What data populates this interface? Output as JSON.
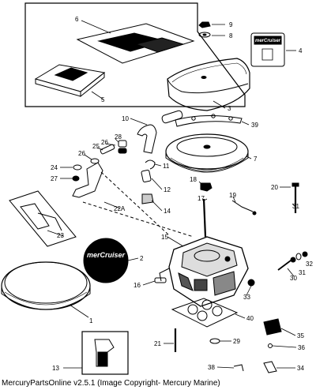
{
  "parts": {
    "p1": "1",
    "p2": "2",
    "p3": "3",
    "p4": "4",
    "p5": "5",
    "p6": "6",
    "p7": "7",
    "p8": "8",
    "p9": "9",
    "p10": "10",
    "p11": "11",
    "p12": "12",
    "p13": "13",
    "p14": "14",
    "p15": "15",
    "p16": "16",
    "p17": "17",
    "p18": "18",
    "p19": "19",
    "p20": "20",
    "p21": "21",
    "p22a": "22A",
    "p23": "23",
    "p24": "24",
    "p25": "25",
    "p26": "26",
    "p27": "27",
    "p28": "28",
    "p29": "29",
    "p30": "30",
    "p31": "31",
    "p32": "32",
    "p33": "33",
    "p34": "34",
    "p35": "35",
    "p36": "36",
    "p38": "38",
    "p39": "39",
    "p40": "40"
  },
  "decals": {
    "badge_text": "merCruiser",
    "logo_text": "merCruiser"
  },
  "footer": "MercuryPartsOnline v2.5.1 (Image Copyright- Mercury Marine)"
}
